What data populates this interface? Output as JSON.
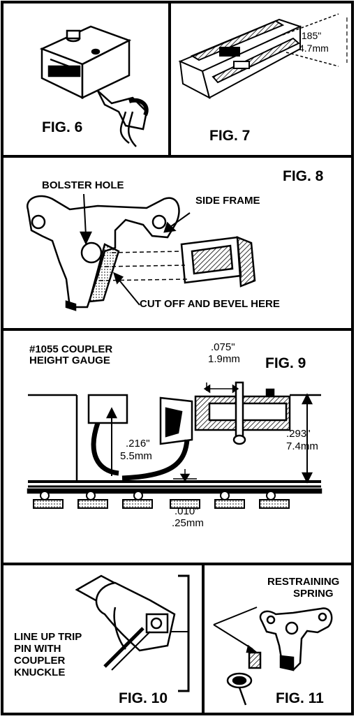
{
  "panels": {
    "fig6": {
      "caption": "FIG. 6"
    },
    "fig7": {
      "caption": "FIG. 7",
      "dim_in": ".185\"",
      "dim_mm": "4.7mm"
    },
    "fig8": {
      "caption": "FIG. 8",
      "bolster": "BOLSTER HOLE",
      "side_frame": "SIDE FRAME",
      "cut": "CUT OFF AND BEVEL HERE"
    },
    "fig9": {
      "caption": "FIG. 9",
      "gauge_line1": "#1055 COUPLER",
      "gauge_line2": "HEIGHT GAUGE",
      "d1_in": ".075\"",
      "d1_mm": "1.9mm",
      "d2_in": ".216\"",
      "d2_mm": "5.5mm",
      "d3_in": ".293\"",
      "d3_mm": "7.4mm",
      "d4_in": ".010\"",
      "d4_mm": ".25mm"
    },
    "fig10": {
      "caption": "FIG. 10",
      "note_l1": "LINE UP TRIP",
      "note_l2": "PIN WITH",
      "note_l3": "COUPLER",
      "note_l4": "KNUCKLE"
    },
    "fig11": {
      "caption": "FIG. 11",
      "spring_l1": "RESTRAINING",
      "spring_l2": "SPRING"
    }
  }
}
